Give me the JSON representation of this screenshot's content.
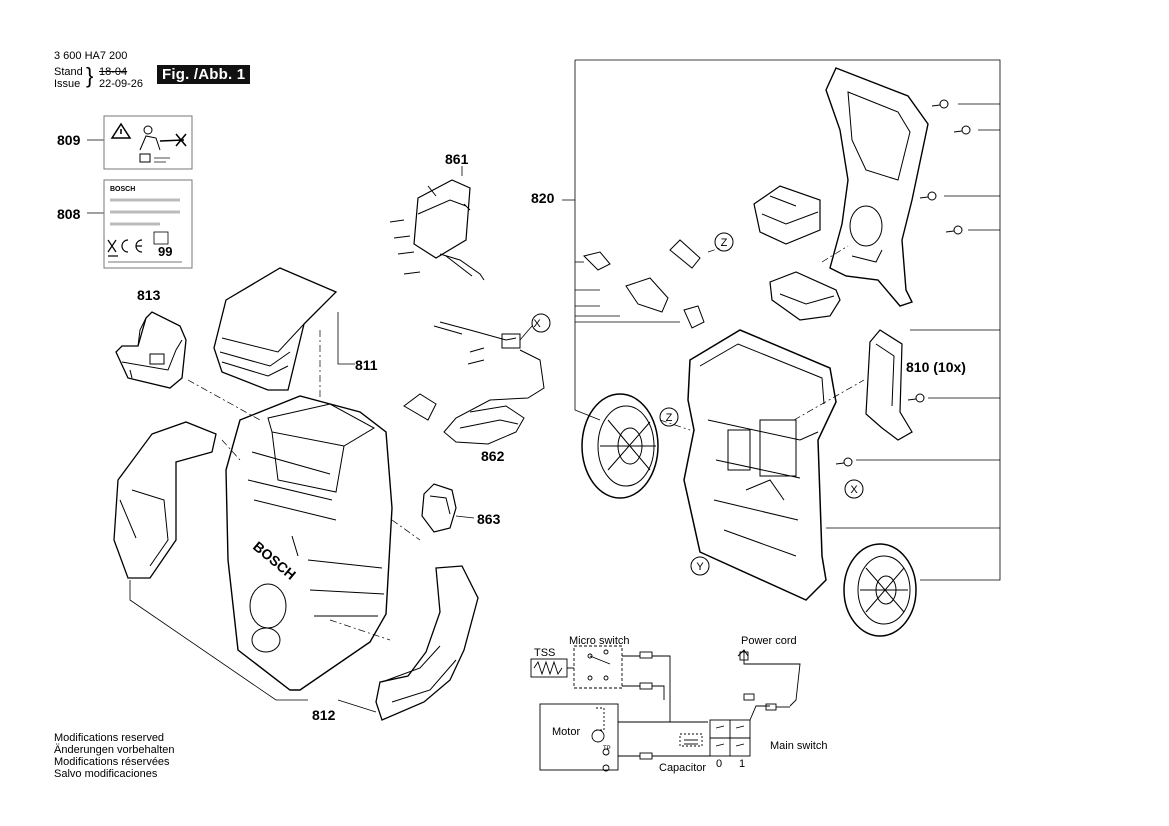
{
  "header": {
    "doc_number": "3 600 HA7 200",
    "stand_label": "Stand",
    "issue_label": "Issue",
    "old_date": "18-04",
    "new_date": "22-09-26",
    "figure_label": "Fig. /Abb. 1"
  },
  "parts": {
    "p809": "809",
    "p808": "808",
    "p813": "813",
    "p811": "811",
    "p812": "812",
    "p861": "861",
    "p862": "862",
    "p863": "863",
    "p820": "820",
    "p810": "810 (10x)"
  },
  "markers": {
    "x": "X",
    "y": "Y",
    "z": "Z"
  },
  "label_808": {
    "brand": "BOSCH",
    "num": "99"
  },
  "brand_text": "BOSCH",
  "wiring": {
    "tss": "TSS",
    "micro_switch": "Micro switch",
    "power_cord": "Power cord",
    "motor": "Motor",
    "capacitor": "Capacitor",
    "main_switch": "Main switch",
    "pos0": "0",
    "pos1": "1",
    "tp": "TP"
  },
  "modifications": [
    "Modifications reserved",
    "Änderungen vorbehalten",
    "Modifications réservées",
    "Salvo modificaciones"
  ]
}
